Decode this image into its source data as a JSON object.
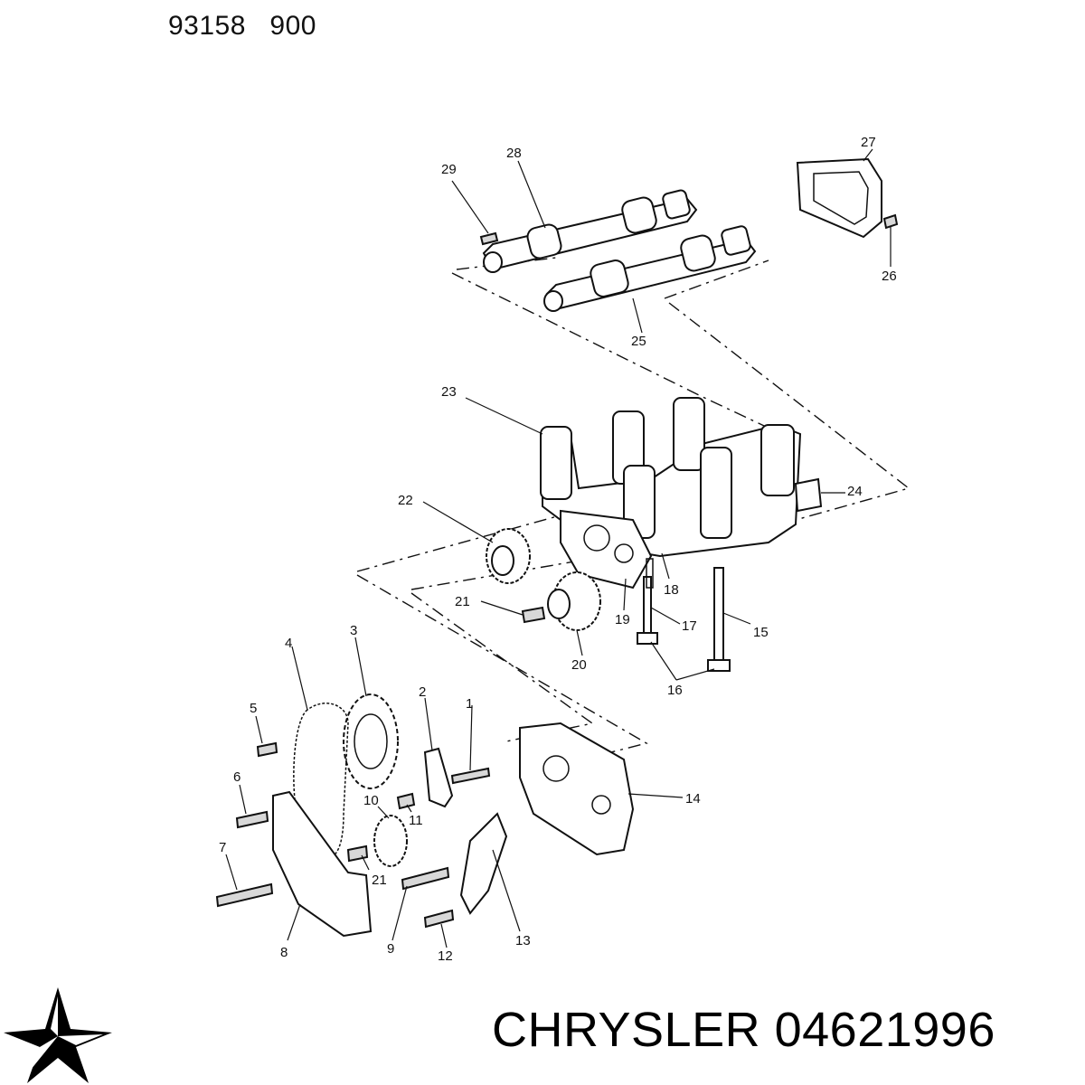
{
  "header": {
    "code": "93158   900"
  },
  "brand": {
    "caption": "CHRYSLER 04621996"
  },
  "callouts": [
    {
      "id": "1",
      "text": "1"
    },
    {
      "id": "2",
      "text": "2"
    },
    {
      "id": "3",
      "text": "3"
    },
    {
      "id": "4",
      "text": "4"
    },
    {
      "id": "5",
      "text": "5"
    },
    {
      "id": "6",
      "text": "6"
    },
    {
      "id": "7",
      "text": "7"
    },
    {
      "id": "8",
      "text": "8"
    },
    {
      "id": "9",
      "text": "9"
    },
    {
      "id": "10",
      "text": "10"
    },
    {
      "id": "11",
      "text": "11"
    },
    {
      "id": "12",
      "text": "12"
    },
    {
      "id": "13",
      "text": "13"
    },
    {
      "id": "14",
      "text": "14"
    },
    {
      "id": "15",
      "text": "15"
    },
    {
      "id": "16",
      "text": "16"
    },
    {
      "id": "17",
      "text": "17"
    },
    {
      "id": "18",
      "text": "18"
    },
    {
      "id": "19",
      "text": "19"
    },
    {
      "id": "20",
      "text": "20"
    },
    {
      "id": "21a",
      "text": "21"
    },
    {
      "id": "21b",
      "text": "21"
    },
    {
      "id": "22",
      "text": "22"
    },
    {
      "id": "23",
      "text": "23"
    },
    {
      "id": "24",
      "text": "24"
    },
    {
      "id": "25",
      "text": "25"
    },
    {
      "id": "26",
      "text": "26"
    },
    {
      "id": "27",
      "text": "27"
    },
    {
      "id": "28",
      "text": "28"
    },
    {
      "id": "29",
      "text": "29"
    }
  ],
  "icons": {
    "logo": "chrysler-pentastar-icon"
  }
}
